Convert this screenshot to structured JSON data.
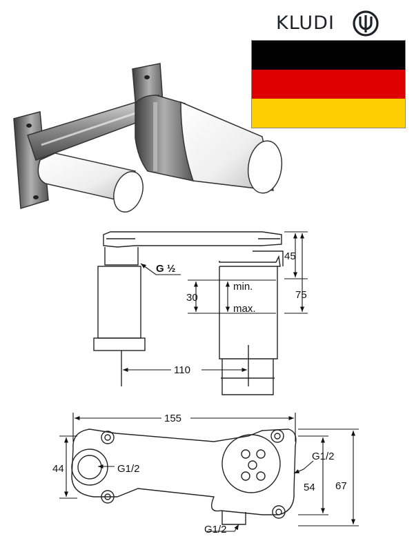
{
  "brand": {
    "name": "KLUDI",
    "logo_icon": "kludi-logo-icon",
    "text_color": "#1f1f28"
  },
  "flag": {
    "icon": "germany-flag-icon",
    "colors": [
      "#000000",
      "#dd0000",
      "#ffce00"
    ]
  },
  "side_view": {
    "thread_label": "G ½",
    "dim_45": "45",
    "dim_30": "30",
    "dim_75": "75",
    "min_label": "min.",
    "max_label": "max.",
    "dim_110": "110"
  },
  "top_view": {
    "dim_155": "155",
    "dim_44": "44",
    "thread_left": "G1/2",
    "thread_right": "G1/2",
    "thread_bottom": "G1/2",
    "dim_54": "54",
    "dim_67": "67"
  }
}
